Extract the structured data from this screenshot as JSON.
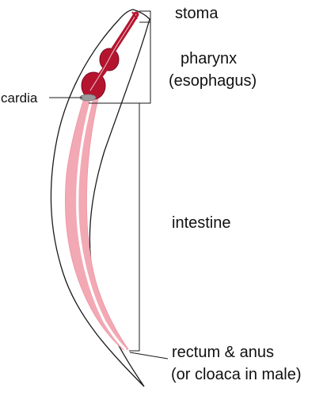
{
  "diagram": {
    "labels": {
      "stoma": "stoma",
      "pharynx": "pharynx",
      "esophagus": "(esophagus)",
      "cardia": "cardia",
      "intestine": "intestine",
      "rectum": "rectum & anus",
      "cloaca": "(or cloaca in male)"
    },
    "colors": {
      "body_outline": "#1a1a1a",
      "pharynx_fill": "#b5142f",
      "pharynx_dark": "#7a0a1e",
      "cardia": "#9a9a9a",
      "intestine_fill": "#f2a9b4",
      "intestine_lumen": "#ffffff"
    }
  }
}
